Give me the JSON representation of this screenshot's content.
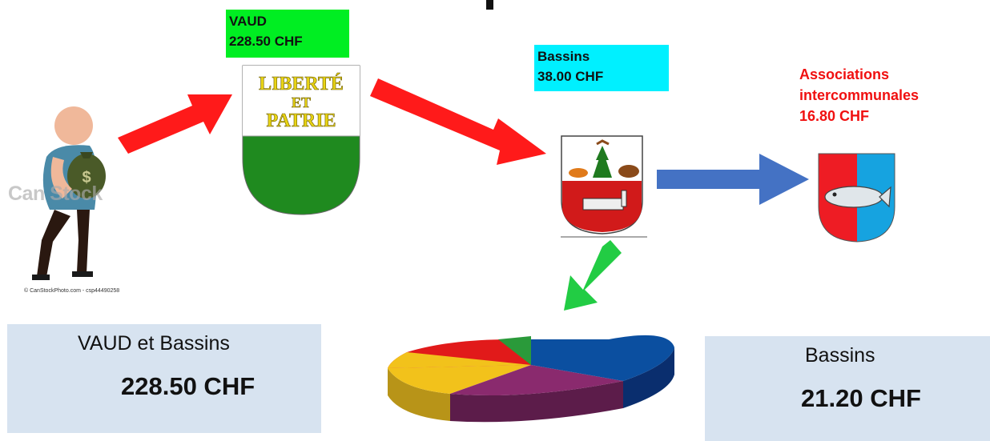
{
  "nodes": {
    "vaud": {
      "name": "VAUD",
      "amount": "228.50 CHF",
      "color": "#00ee22"
    },
    "bassins": {
      "name": "Bassins",
      "amount": "38.00 CHF",
      "color": "#00f0ff"
    },
    "associations": {
      "line1": "Associations",
      "line2": "intercommunales",
      "amount": "16.80 CHF",
      "color": "#f01010"
    }
  },
  "vaud_shield": {
    "motto_line1": "LIBERTÉ",
    "motto_line2": "ET",
    "motto_line3": "PATRIE"
  },
  "summary_left": {
    "title": "VAUD et Bassins",
    "amount": "228.50 CHF"
  },
  "summary_right": {
    "title": "Bassins",
    "amount": "21.20 CHF"
  },
  "image_text": {
    "watermark": "Can Stock",
    "credit": "© CanStockPhoto.com - csp44490258"
  },
  "colors": {
    "arrow_red": "#ff1a1a",
    "arrow_blue": "#4472c4",
    "arrow_green": "#22cc44",
    "summary_box": "#d7e3f0",
    "pie_blue": "#0b4fa0",
    "pie_purple": "#8a2a6e",
    "pie_yellow": "#f2c21b",
    "pie_red": "#e11a1a",
    "pie_green": "#2a9a3a"
  }
}
